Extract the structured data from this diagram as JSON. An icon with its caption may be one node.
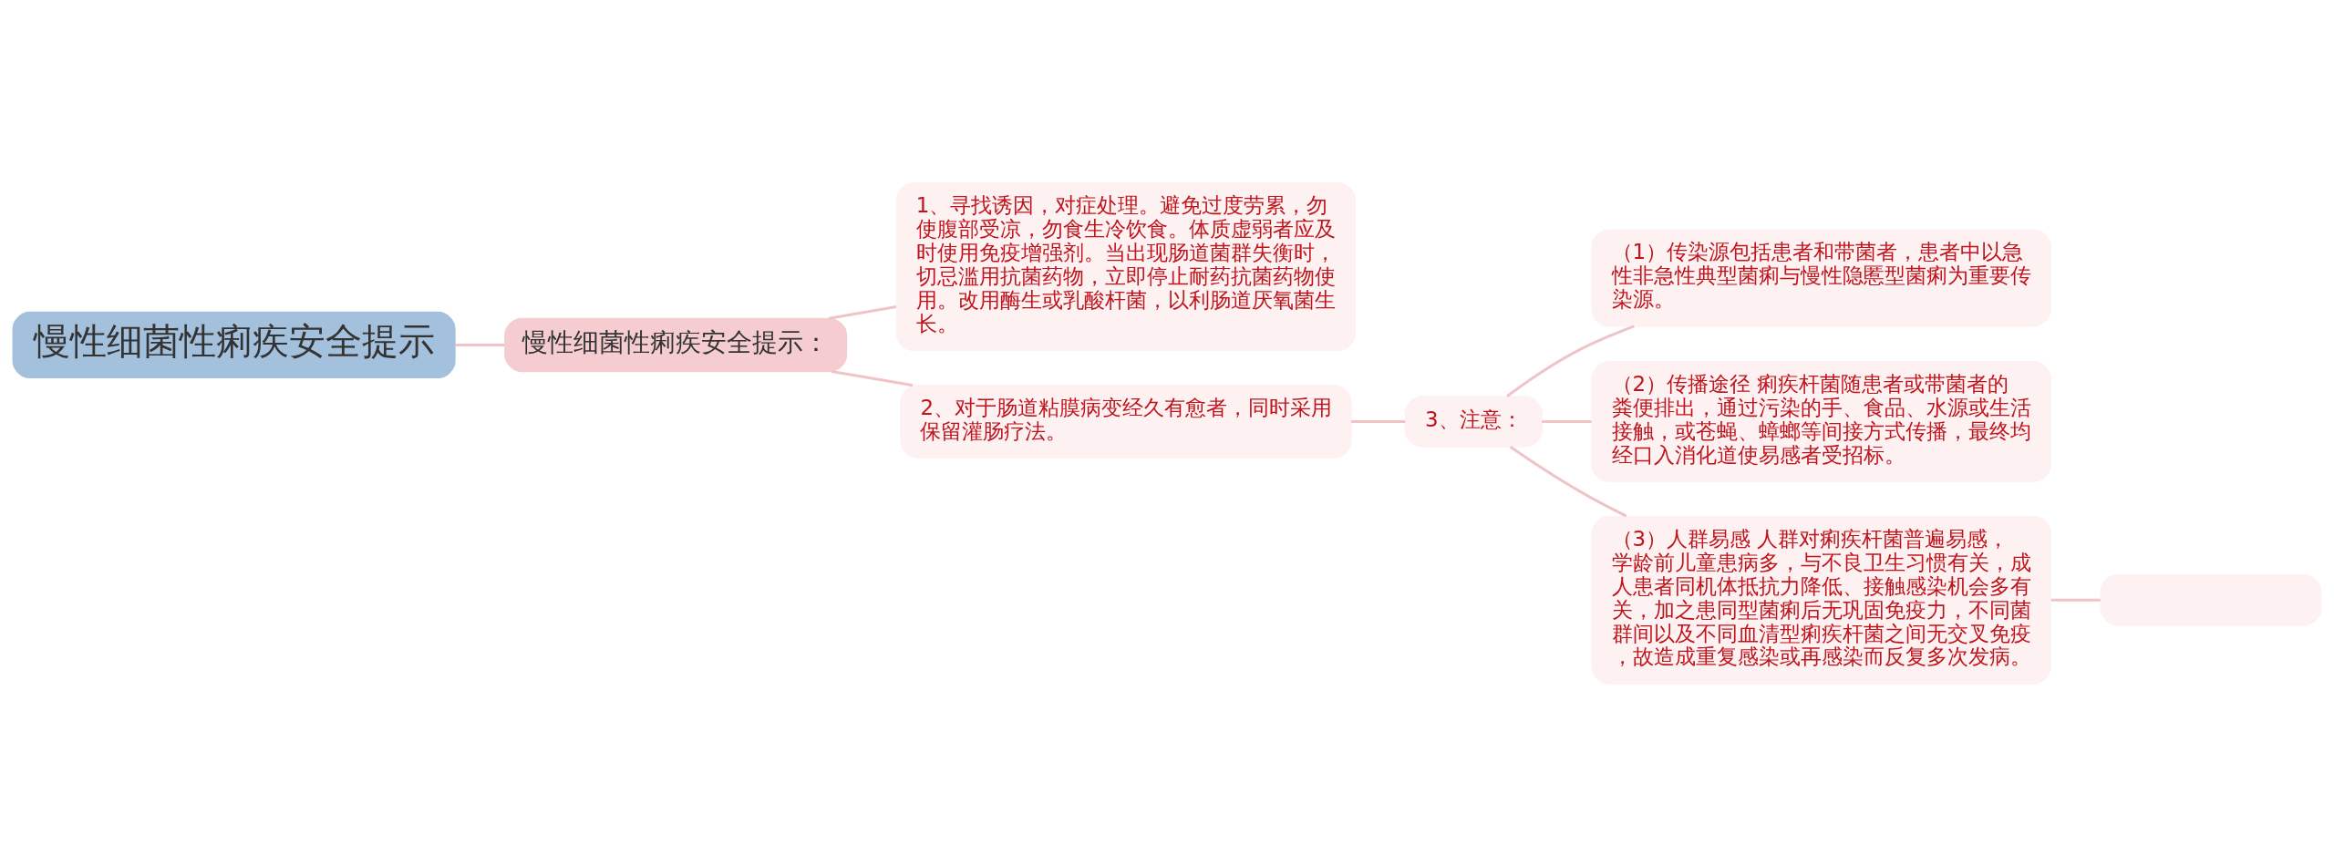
{
  "diagram": {
    "nodes": [
      {
        "text": [
          "慢性细菌性痢疾安全提示"
        ]
      },
      {
        "text": [
          "慢性细菌性痢疾安全提示："
        ]
      },
      {
        "text": [
          "1、寻找诱因，对症处理。避免过度劳累，勿使腹部受凉，勿食生冷饮食。体质虚弱者应及时使用免疫增强剂。当出现肠道菌群失衡时，切忌滥用抗菌药物，立即停止耐药抗菌药物使用。改用酶生或乳酸杆菌，以利肠道厌氧菌生长。"
        ]
      },
      {
        "text": [
          "2、对于肠道粘膜病变经久有愈者，同时采用保留灌肠疗法。"
        ]
      },
      {
        "text": [
          "3、注意："
        ]
      },
      {
        "text": [
          "（1）传染源包括患者和带菌者，患者中以急性非急性典型菌痢与慢性隐慝型菌痢为重要传染源。"
        ]
      },
      {
        "text": [
          "（2）传播途径 痢疾杆菌随患者或带菌者的粪便排出，通过污染的手、食品、水源或生活接触，或苍蝇、蟑螂等间接方式传播，最终均经口入消化道使易感者受招标。"
        ]
      },
      {
        "text": [
          "（3）人群易感 人群对痢疾杆菌普遍易感，学龄前儿童患病多，与不良卫生习惯有关，成人患者同机体抵抗力降低、接触感染机会多有关，加之患同型菌痢后无巩固免疫力，不同菌群间以及不同血清型痢疾杆菌之间无交叉免疫，故造成重复感染或再感染而反复多次发病。"
        ]
      },
      {
        "text": [],
        "shape": "box"
      }
    ],
    "edges": [
      {
        "from": 0,
        "to": 1,
        "arrow": "none"
      },
      {
        "from": 1,
        "to": 2,
        "arrow": "none"
      },
      {
        "from": 1,
        "to": 3,
        "arrow": "none"
      },
      {
        "from": 3,
        "to": 4,
        "arrow": "none"
      },
      {
        "from": 4,
        "to": 5,
        "arrow": "none"
      },
      {
        "from": 4,
        "to": 6,
        "arrow": "none"
      },
      {
        "from": 4,
        "to": 7,
        "arrow": "none"
      },
      {
        "from": 7,
        "to": 8,
        "arrow": "none"
      }
    ]
  }
}
